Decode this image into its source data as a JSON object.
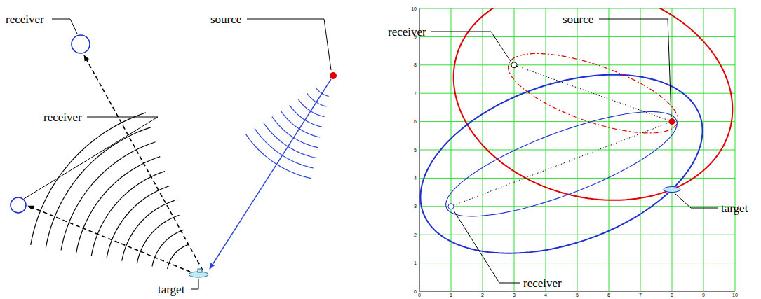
{
  "diagram": {
    "labels": [
      "receiver",
      "source",
      "receiver",
      "target",
      "receiver",
      "source",
      "receiver",
      "target",
      "0",
      "1",
      "2",
      "3",
      "4",
      "5",
      "6",
      "7",
      "8",
      "9",
      "10",
      "0",
      "1",
      "2",
      "3",
      "4",
      "5",
      "6",
      "7",
      "8",
      "9",
      "10"
    ]
  }
}
